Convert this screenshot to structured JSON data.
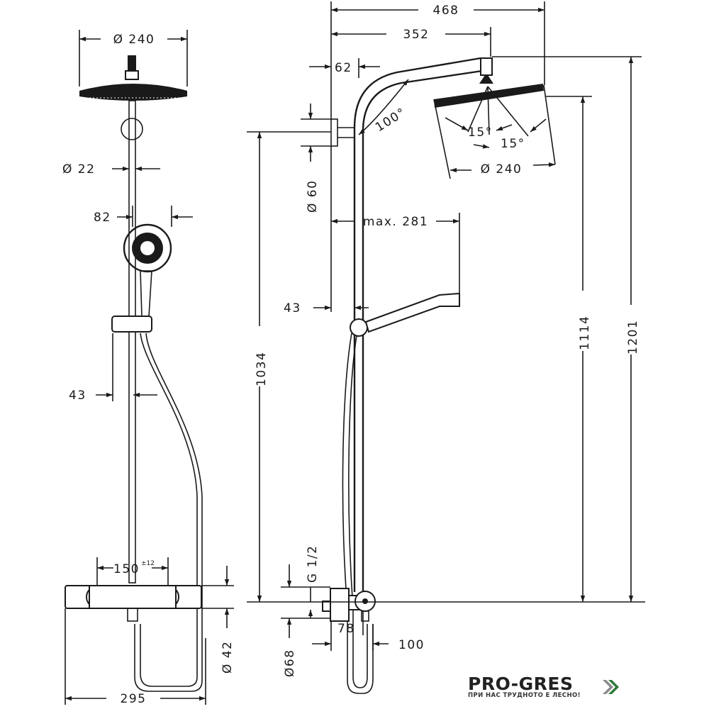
{
  "dimensions": {
    "front_head_diameter": "Ø 240",
    "front_pipe_diameter": "Ø 22",
    "front_handshower_width": "82",
    "front_rail_offset": "43",
    "front_center_distance": "150",
    "front_center_tolerance": "±12",
    "front_thermostat_height": "Ø 42",
    "front_total_width": "295",
    "side_total_depth": "468",
    "side_arm_projection": "352",
    "side_wall_offset": "62",
    "side_bend_angle": "100°",
    "side_tilt_angle_1": "15°",
    "side_tilt_angle_2": "15°",
    "side_head_diameter": "Ø 240",
    "side_wall_flange": "Ø 60",
    "side_handshower_reach": "max. 281",
    "side_rail_offset": "43",
    "side_height_1034": "1034",
    "side_height_1114": "1114",
    "side_height_1201": "1201",
    "side_thread": "G 1/2",
    "side_inlet_depth": "78",
    "side_mixer_depth": "100",
    "side_flange_diameter": "Ø68"
  },
  "brand": {
    "name": "PRO-GRES",
    "tagline": "ПРИ НАС ТРУДНОТО Е ЛЕСНО!",
    "logo_icon": "double-chevron-icon",
    "logo_colors": [
      "#2f7a3a",
      "#8a8a8a"
    ]
  }
}
